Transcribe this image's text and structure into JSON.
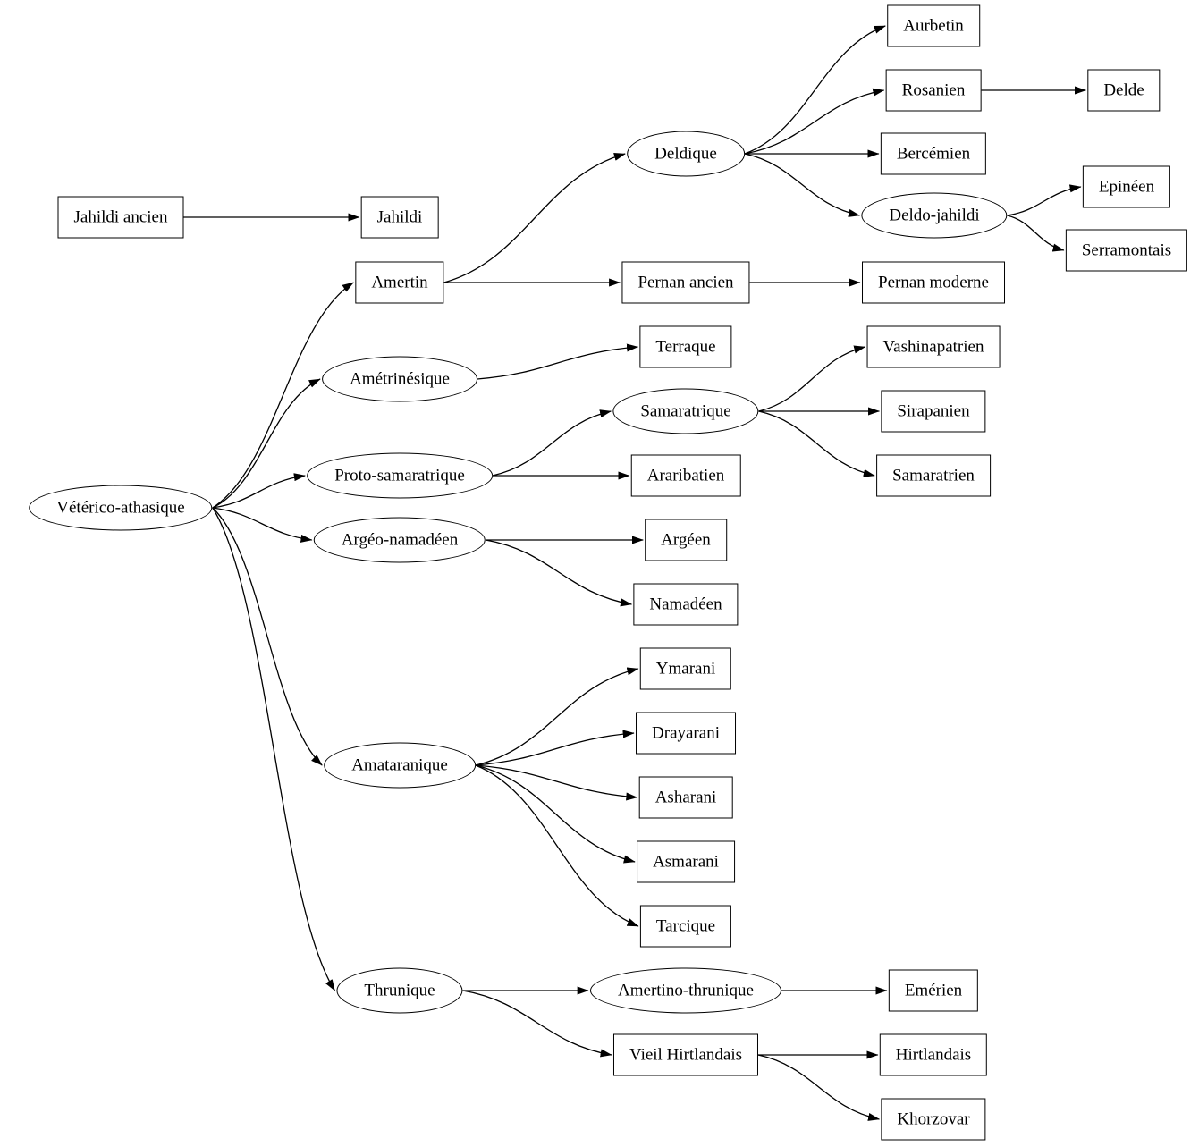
{
  "diagram": {
    "type": "directed-graph"
  },
  "nodes": {
    "jahildi-ancien": {
      "label": "Jahildi ancien",
      "shape": "box"
    },
    "veterico-athasique": {
      "label": "Vétérico-athasique",
      "shape": "ellipse"
    },
    "jahildi": {
      "label": "Jahildi",
      "shape": "box"
    },
    "amertin": {
      "label": "Amertin",
      "shape": "box"
    },
    "ametrinesique": {
      "label": "Amétrinésique",
      "shape": "ellipse"
    },
    "proto-samaratrique": {
      "label": "Proto-samaratrique",
      "shape": "ellipse"
    },
    "argeo-namadeen": {
      "label": "Argéo-namadéen",
      "shape": "ellipse"
    },
    "amataranique": {
      "label": "Amataranique",
      "shape": "ellipse"
    },
    "thrunique": {
      "label": "Thrunique",
      "shape": "ellipse"
    },
    "deldique": {
      "label": "Deldique",
      "shape": "ellipse"
    },
    "pernan-ancien": {
      "label": "Pernan ancien",
      "shape": "box"
    },
    "terraque": {
      "label": "Terraque",
      "shape": "box"
    },
    "samaratrique": {
      "label": "Samaratrique",
      "shape": "ellipse"
    },
    "araribatien": {
      "label": "Araribatien",
      "shape": "box"
    },
    "argeen": {
      "label": "Argéen",
      "shape": "box"
    },
    "namadeen": {
      "label": "Namadéen",
      "shape": "box"
    },
    "ymarani": {
      "label": "Ymarani",
      "shape": "box"
    },
    "drayarani": {
      "label": "Drayarani",
      "shape": "box"
    },
    "asharani": {
      "label": "Asharani",
      "shape": "box"
    },
    "asmarani": {
      "label": "Asmarani",
      "shape": "box"
    },
    "tarcique": {
      "label": "Tarcique",
      "shape": "box"
    },
    "amertino-thrunique": {
      "label": "Amertino-thrunique",
      "shape": "ellipse"
    },
    "vieil-hirtlandais": {
      "label": "Vieil Hirtlandais",
      "shape": "box"
    },
    "aurbetin": {
      "label": "Aurbetin",
      "shape": "box"
    },
    "rosanien": {
      "label": "Rosanien",
      "shape": "box"
    },
    "bercemien": {
      "label": "Bercémien",
      "shape": "box"
    },
    "deldo-jahildi": {
      "label": "Deldo-jahildi",
      "shape": "ellipse"
    },
    "pernan-moderne": {
      "label": "Pernan moderne",
      "shape": "box"
    },
    "vashinapatrien": {
      "label": "Vashinapatrien",
      "shape": "box"
    },
    "sirapanien": {
      "label": "Sirapanien",
      "shape": "box"
    },
    "samaratrien": {
      "label": "Samaratrien",
      "shape": "box"
    },
    "emerien": {
      "label": "Emérien",
      "shape": "box"
    },
    "hirtlandais": {
      "label": "Hirtlandais",
      "shape": "box"
    },
    "khorzovar": {
      "label": "Khorzovar",
      "shape": "box"
    },
    "delde": {
      "label": "Delde",
      "shape": "box"
    },
    "epineen": {
      "label": "Epinéen",
      "shape": "box"
    },
    "serramontais": {
      "label": "Serramontais",
      "shape": "box"
    }
  },
  "edges": [
    [
      "jahildi-ancien",
      "jahildi"
    ],
    [
      "veterico-athasique",
      "amertin"
    ],
    [
      "veterico-athasique",
      "ametrinesique"
    ],
    [
      "veterico-athasique",
      "proto-samaratrique"
    ],
    [
      "veterico-athasique",
      "argeo-namadeen"
    ],
    [
      "veterico-athasique",
      "amataranique"
    ],
    [
      "veterico-athasique",
      "thrunique"
    ],
    [
      "amertin",
      "deldique"
    ],
    [
      "amertin",
      "pernan-ancien"
    ],
    [
      "pernan-ancien",
      "pernan-moderne"
    ],
    [
      "deldique",
      "aurbetin"
    ],
    [
      "deldique",
      "rosanien"
    ],
    [
      "deldique",
      "bercemien"
    ],
    [
      "deldique",
      "deldo-jahildi"
    ],
    [
      "rosanien",
      "delde"
    ],
    [
      "deldo-jahildi",
      "epineen"
    ],
    [
      "deldo-jahildi",
      "serramontais"
    ],
    [
      "ametrinesique",
      "terraque"
    ],
    [
      "proto-samaratrique",
      "samaratrique"
    ],
    [
      "proto-samaratrique",
      "araribatien"
    ],
    [
      "samaratrique",
      "vashinapatrien"
    ],
    [
      "samaratrique",
      "sirapanien"
    ],
    [
      "samaratrique",
      "samaratrien"
    ],
    [
      "argeo-namadeen",
      "argeen"
    ],
    [
      "argeo-namadeen",
      "namadeen"
    ],
    [
      "amataranique",
      "ymarani"
    ],
    [
      "amataranique",
      "drayarani"
    ],
    [
      "amataranique",
      "asharani"
    ],
    [
      "amataranique",
      "asmarani"
    ],
    [
      "amataranique",
      "tarcique"
    ],
    [
      "thrunique",
      "amertino-thrunique"
    ],
    [
      "thrunique",
      "vieil-hirtlandais"
    ],
    [
      "amertino-thrunique",
      "emerien"
    ],
    [
      "vieil-hirtlandais",
      "hirtlandais"
    ],
    [
      "vieil-hirtlandais",
      "khorzovar"
    ]
  ]
}
